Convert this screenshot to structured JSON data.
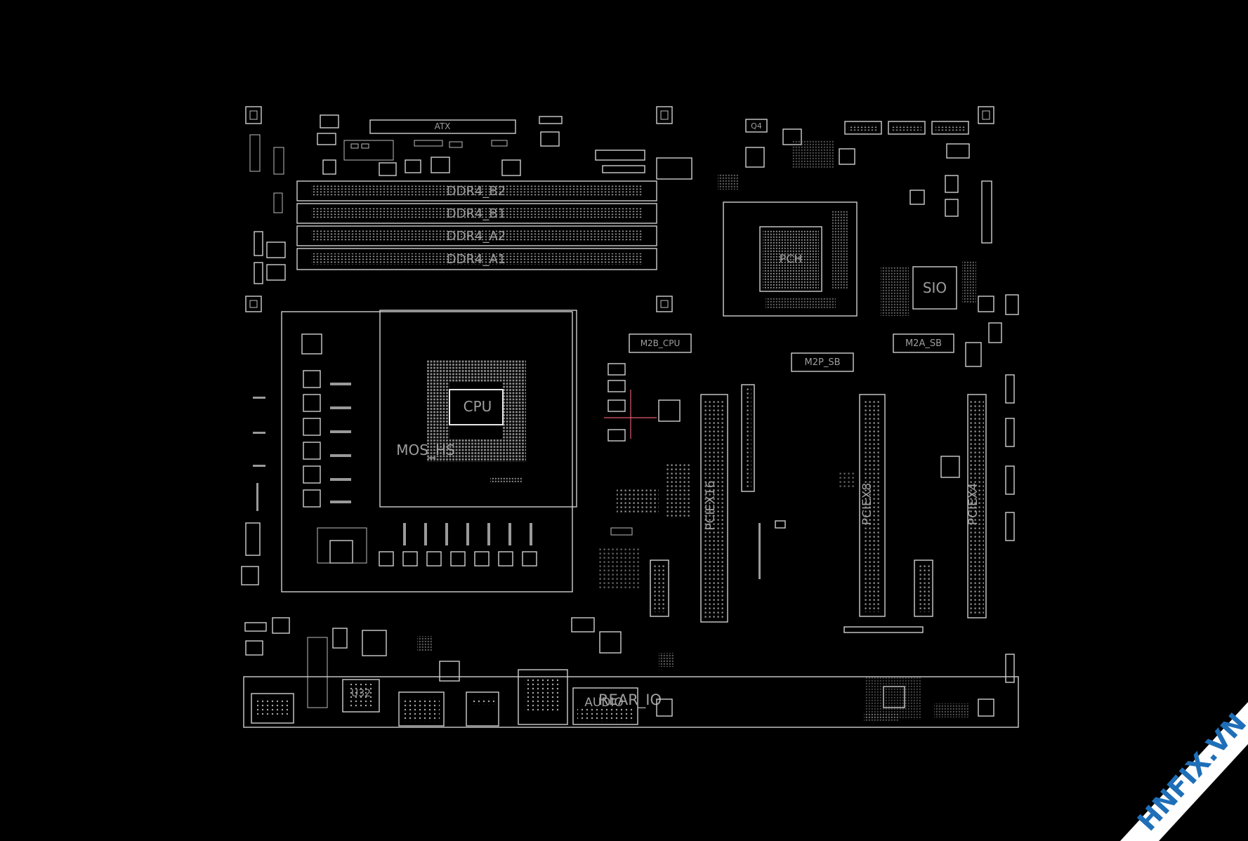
{
  "labels": {
    "atx": "ATX",
    "ddr_b2": "DDR4_B2",
    "ddr_b1": "DDR4_B1",
    "ddr_a2": "DDR4_A2",
    "ddr_a1": "DDR4_A1",
    "m2b_cpu": "M2B_CPU",
    "m2p_sb": "M2P_SB",
    "m2a_sb": "M2A_SB",
    "sio": "SIO",
    "pch": "PCH",
    "cpu": "CPU",
    "mos_hs": "MOS_HS",
    "pcie_x16": "PCIEX16",
    "pcie_x8": "PCIEX8",
    "pcie_x4": "PCIEX4",
    "usb_conn": "U32",
    "rear_io": "REAR_IO",
    "audio": "AUDIO",
    "q4": "Q4"
  },
  "watermark": {
    "text": "HNFIX.VN",
    "colors": {
      "band": "#ffffff",
      "text": "#1e6fb8",
      "accent": "#e53935"
    }
  }
}
